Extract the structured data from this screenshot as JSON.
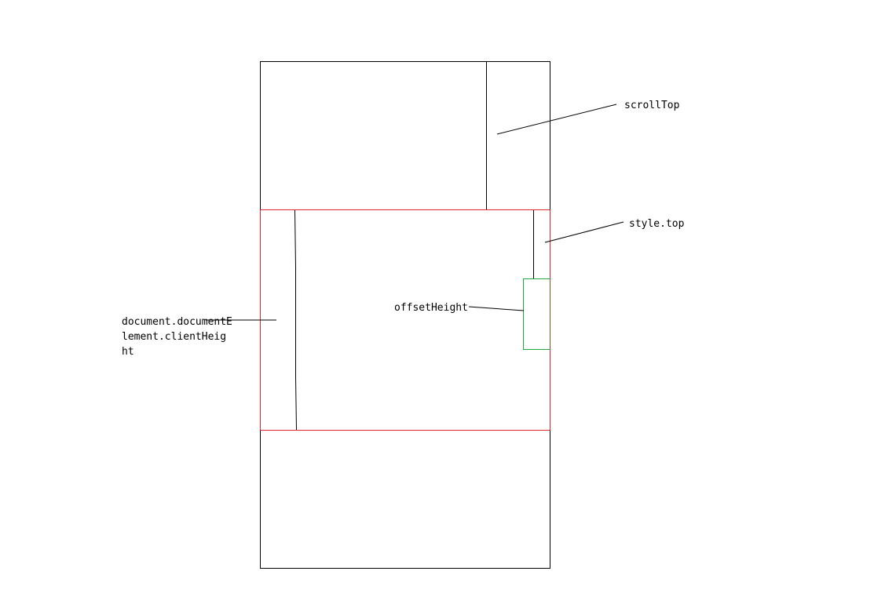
{
  "labels": {
    "scroll_top": "scrollTop",
    "style_top": "style.top",
    "offset_height": "offsetHeight",
    "client_height_lines": [
      "document.documentE",
      "lement.clientHeig",
      "ht"
    ]
  },
  "colors": {
    "outline": "#000000",
    "viewport": "#e0262f",
    "element": "#22a843",
    "background": "#ffffff"
  }
}
